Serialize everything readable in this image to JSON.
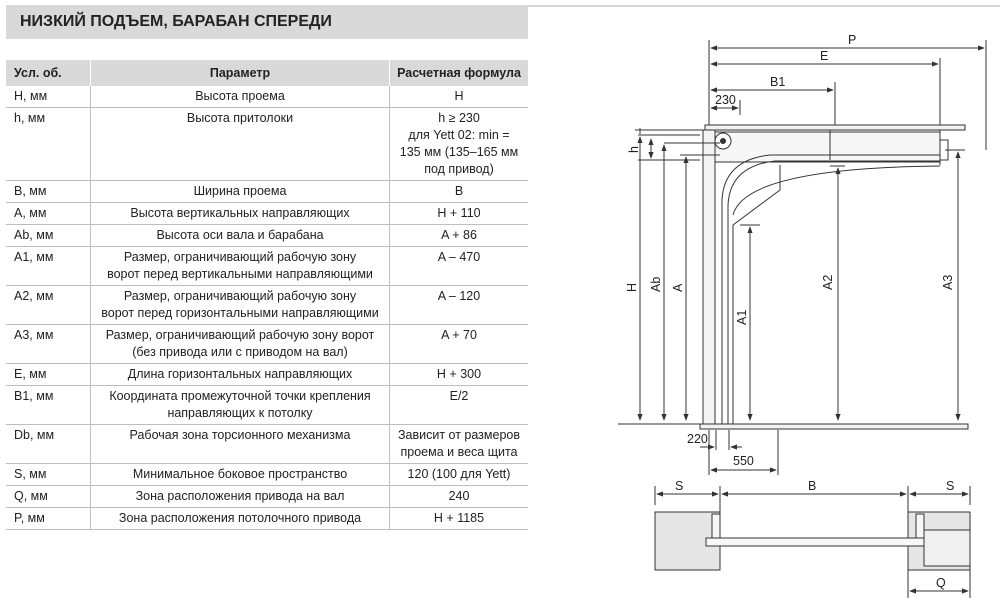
{
  "title": "НИЗКИЙ ПОДЪЕМ, БАРАБАН СПЕРЕДИ",
  "table": {
    "headers": [
      "Усл. об.",
      "Параметр",
      "Расчетная формула"
    ],
    "rows": [
      {
        "symbol": "H, мм",
        "parameter": "Высота проема",
        "formula": "H"
      },
      {
        "symbol": "h, мм",
        "parameter": "Высота притолоки",
        "formula": "h ≥ 230\nдля Yett 02: min =\n135 мм (135–165 мм\nпод привод)"
      },
      {
        "symbol": "B, мм",
        "parameter": "Ширина проема",
        "formula": "B"
      },
      {
        "symbol": "A, мм",
        "parameter": "Высота вертикальных направляющих",
        "formula": "H + 110"
      },
      {
        "symbol": "Ab, мм",
        "parameter": "Высота оси вала и барабана",
        "formula": "A + 86"
      },
      {
        "symbol": "A1, мм",
        "parameter": "Размер, ограничивающий рабочую зону\nворот перед вертикальными направляющими",
        "formula": "A – 470"
      },
      {
        "symbol": "A2, мм",
        "parameter": "Размер, ограничивающий рабочую зону\nворот перед горизонтальными направляющими",
        "formula": "A – 120"
      },
      {
        "symbol": "A3, мм",
        "parameter": "Размер, ограничивающий рабочую зону ворот\n(без привода или с приводом на вал)",
        "formula": "A + 70"
      },
      {
        "symbol": "E, мм",
        "parameter": "Длина горизонтальных направляющих",
        "formula": "H + 300"
      },
      {
        "symbol": "B1, мм",
        "parameter": "Координата промежуточной точки крепления\nнаправляющих к потолку",
        "formula": "E/2"
      },
      {
        "symbol": "Db, мм",
        "parameter": "Рабочая зона торсионного механизма",
        "formula": "Зависит от размеров\nпроема и веса щита"
      },
      {
        "symbol": "S, мм",
        "parameter": "Минимальное боковое пространство",
        "formula": "120 (100 для Yett)"
      },
      {
        "symbol": "Q, мм",
        "parameter": "Зона расположения привода на вал",
        "formula": "240"
      },
      {
        "symbol": "P, мм",
        "parameter": "Зона расположения потолочного привода",
        "formula": "H + 1185"
      }
    ]
  },
  "drawing": {
    "labels": {
      "P": "P",
      "E": "E",
      "B1": "B1",
      "d230": "230",
      "h": "h",
      "H": "H",
      "Ab": "Ab",
      "A": "A",
      "A1": "A1",
      "A2": "A2",
      "A3": "A3",
      "d220": "220",
      "d550": "550",
      "S_left": "S",
      "B": "B",
      "S_right": "S",
      "Q": "Q"
    }
  }
}
